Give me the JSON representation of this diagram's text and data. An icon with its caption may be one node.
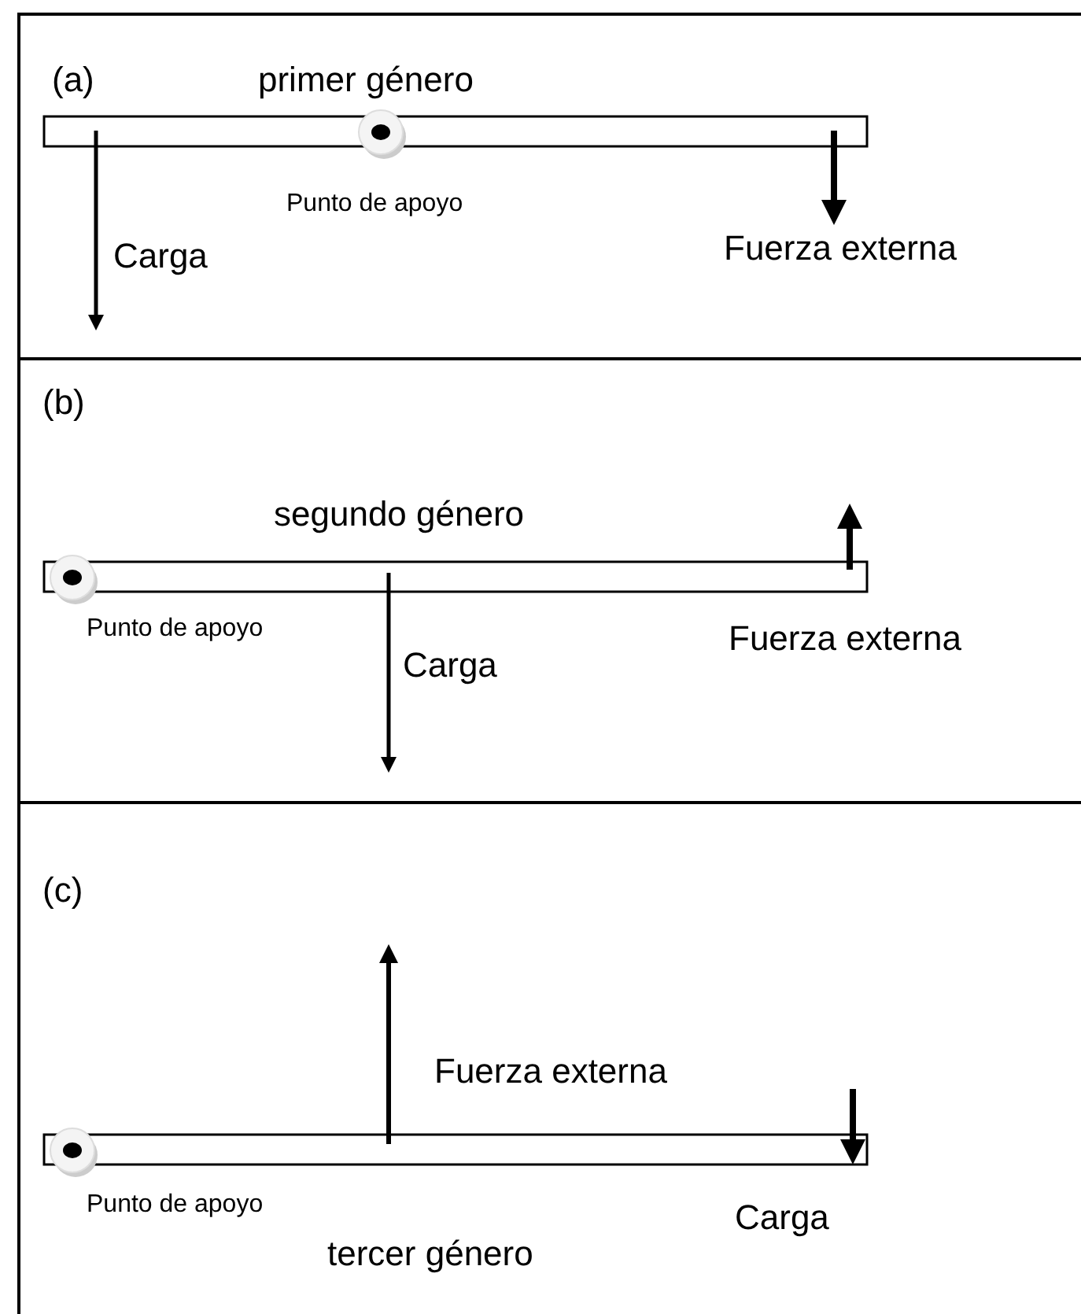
{
  "diagram": {
    "labels": [
      "(a)",
      "primer género",
      "Punto de apoyo",
      "Fuerza externa",
      "Carga",
      "(b)",
      "segundo género",
      "Punto de apoyo",
      "Fuerza externa",
      "Carga",
      "(c)",
      "Fuerza externa",
      "Punto de apoyo",
      "Carga",
      "tercer género"
    ]
  }
}
